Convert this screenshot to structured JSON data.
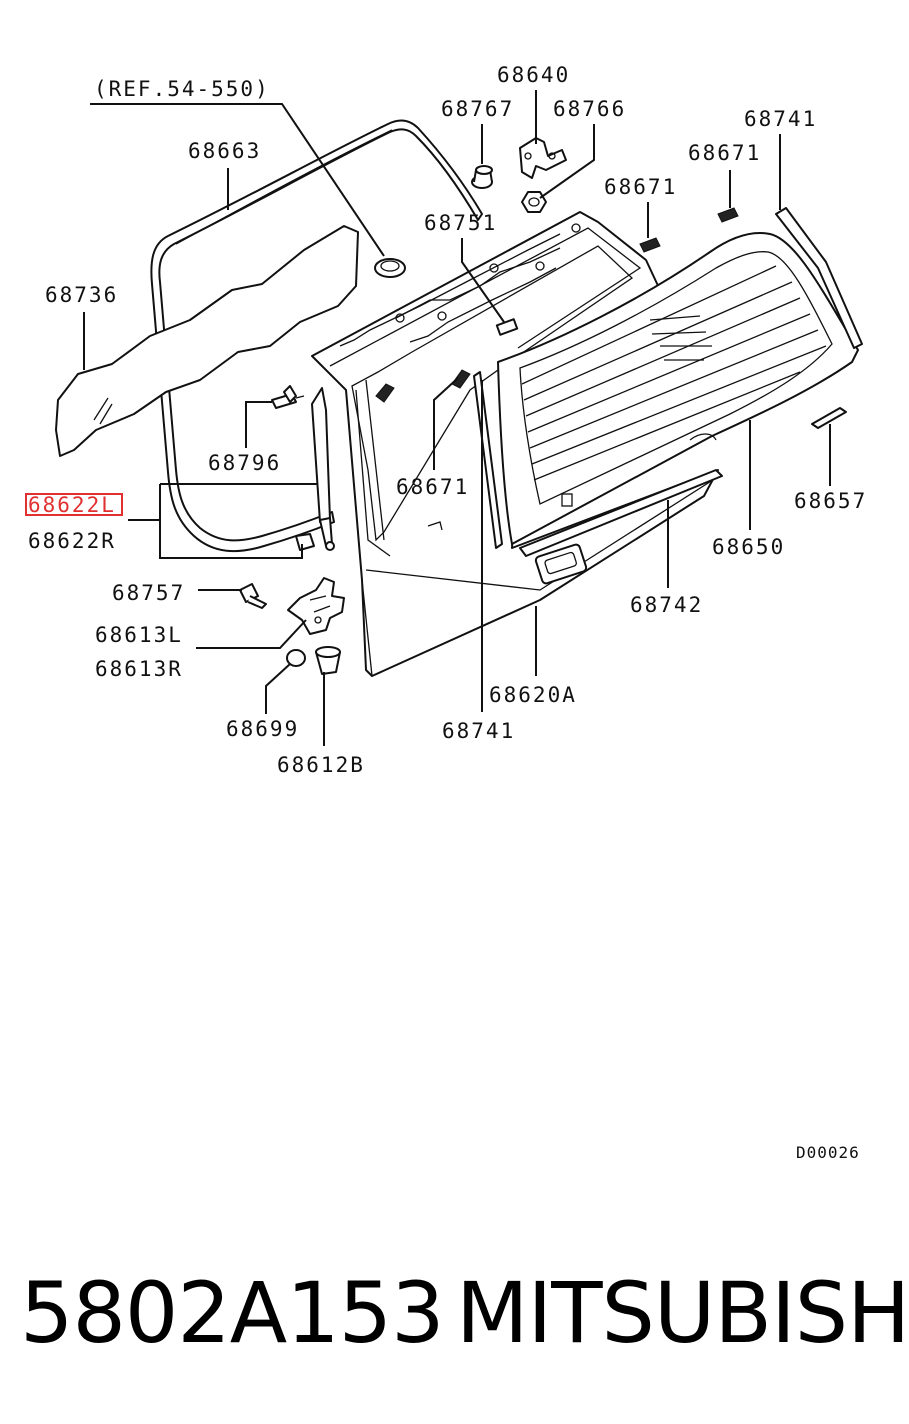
{
  "diagram": {
    "reference": "(REF.54-550)",
    "callouts": {
      "p68640": "68640",
      "p68767": "68767",
      "p68766": "68766",
      "p68741_top": "68741",
      "p68663": "68663",
      "p68671_a": "68671",
      "p68671_b": "68671",
      "p68671_c": "68671",
      "p68751": "68751",
      "p68736": "68736",
      "p68796": "68796",
      "p68622L": "68622L",
      "p68622R": "68622R",
      "p68657": "68657",
      "p68650": "68650",
      "p68757": "68757",
      "p68742": "68742",
      "p68613L": "68613L",
      "p68613R": "68613R",
      "p68699": "68699",
      "p68620A": "68620A",
      "p68741_bottom": "68741",
      "p68612B": "68612B"
    },
    "highlighted_part": "68622L",
    "highlight_color": "#e03030",
    "diagram_code": "D00026"
  },
  "caption": {
    "part_number": "5802A153",
    "brand": "MITSUBISHI"
  }
}
